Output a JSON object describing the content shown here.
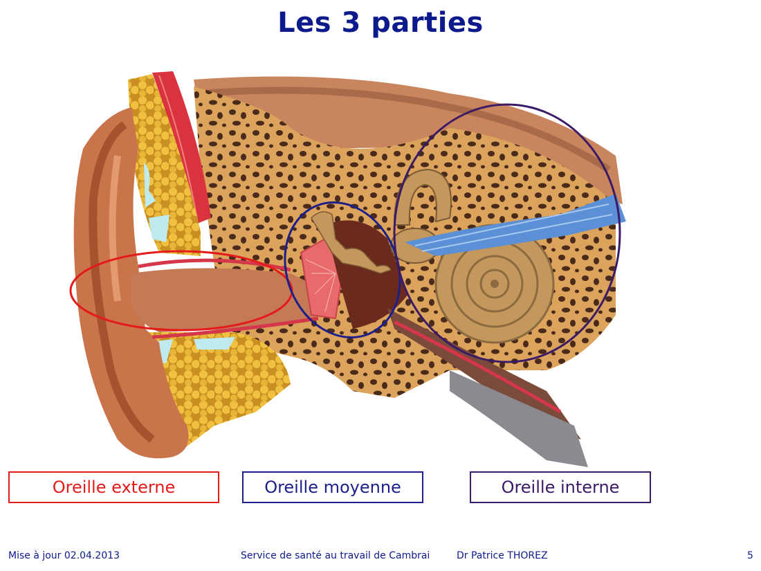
{
  "title": "Les 3 parties",
  "labels": [
    {
      "id": "externe",
      "text": "Oreille externe",
      "color": "#e51a1a"
    },
    {
      "id": "moyenne",
      "text": "Oreille moyenne",
      "color": "#1c1f8a"
    },
    {
      "id": "interne",
      "text": "Oreille interne",
      "color": "#3b1a66"
    }
  ],
  "footer": {
    "update": "Mise à jour 02.04.2013",
    "service": "Service de santé au travail de Cambrai",
    "author": "Dr Patrice THOREZ",
    "page": "5"
  },
  "colors": {
    "title": "#0d1a8c",
    "skin": "#c9744a",
    "bone": "#dca35c",
    "fat": "#e0b23a",
    "nerve": "#5b8fd6"
  }
}
